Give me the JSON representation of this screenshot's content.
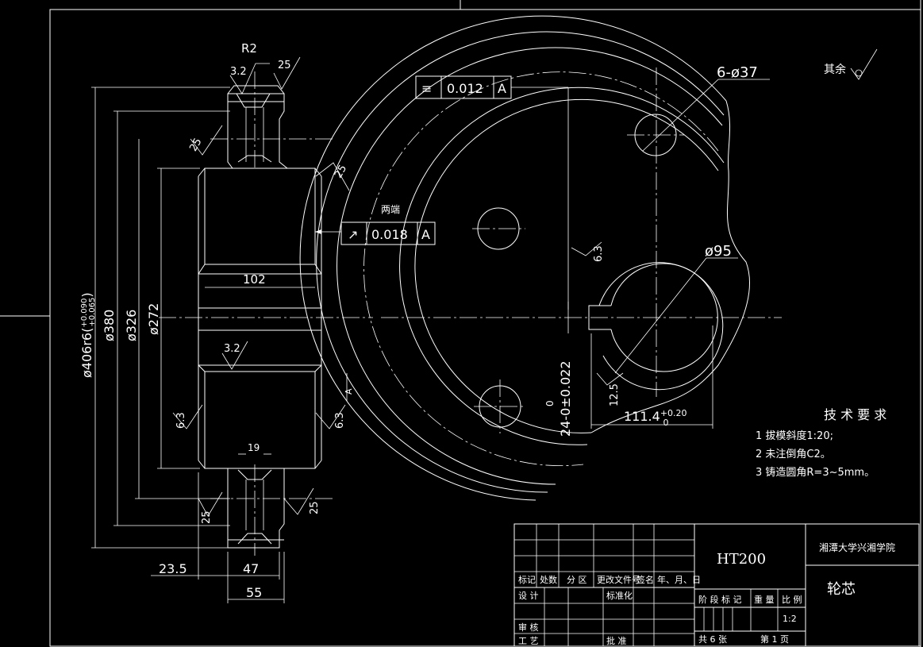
{
  "material": "HT200",
  "school": "湘潭大学兴湘学院",
  "part_name": "轮芯",
  "scale": "1:2",
  "sheets": {
    "total_label": "共 6 张",
    "page_label": "第 1 页"
  },
  "roughness_default": "其余",
  "tech": {
    "title": "技 术 要 求",
    "items": [
      "1  拔模斜度1:20;",
      "2  未注倒角C2。",
      "3  铸造圆角R=3~5mm。"
    ]
  },
  "tolerance": {
    "symmetry": {
      "symbol": "≡",
      "value": "0.012",
      "datum": "A"
    },
    "runout": {
      "label": "两端",
      "symbol": "↗",
      "value": "0.018",
      "datum": "A"
    }
  },
  "dims": {
    "r2": "R2",
    "ra_top_left": "3.2",
    "ra_top_right": "25",
    "ra_left_chamfer": "25",
    "ra_right_chamfer": "25",
    "bore_length": "102",
    "ra_bore": "3.2",
    "d406": "ø406r6(",
    "d406_tol_up": "+0.090",
    "d406_tol_dn": "+0.065",
    "d406_close": ")",
    "d380": "ø380",
    "d326": "ø326",
    "d272": "ø272",
    "ra_left_63": "6.3",
    "ra_right_63": "6.3",
    "groove": "19",
    "datum_a": "A",
    "ra_bot_left": "25",
    "ra_bot_right": "25",
    "w235": "23.5",
    "w47": "47",
    "w55": "55",
    "holes": "6-ø37",
    "d95": "ø95",
    "ra_key": "6.3",
    "ra_bore2": "12.5",
    "key_w": "24-0±0.022",
    "key_w_low": "0",
    "key_depth": "111.4",
    "key_depth_up": "+0.20",
    "key_depth_dn": "0"
  },
  "title_block": {
    "row_headers": [
      "标记",
      "处数",
      "分 区",
      "更改文件号",
      "签名",
      "年、月、日"
    ],
    "design": "设 计",
    "standard": "标准化",
    "review": "审 核",
    "craft": "工 艺",
    "approve": "批 准",
    "stage_headers": [
      "阶 段 标 记",
      "重 量",
      "比 例"
    ]
  }
}
